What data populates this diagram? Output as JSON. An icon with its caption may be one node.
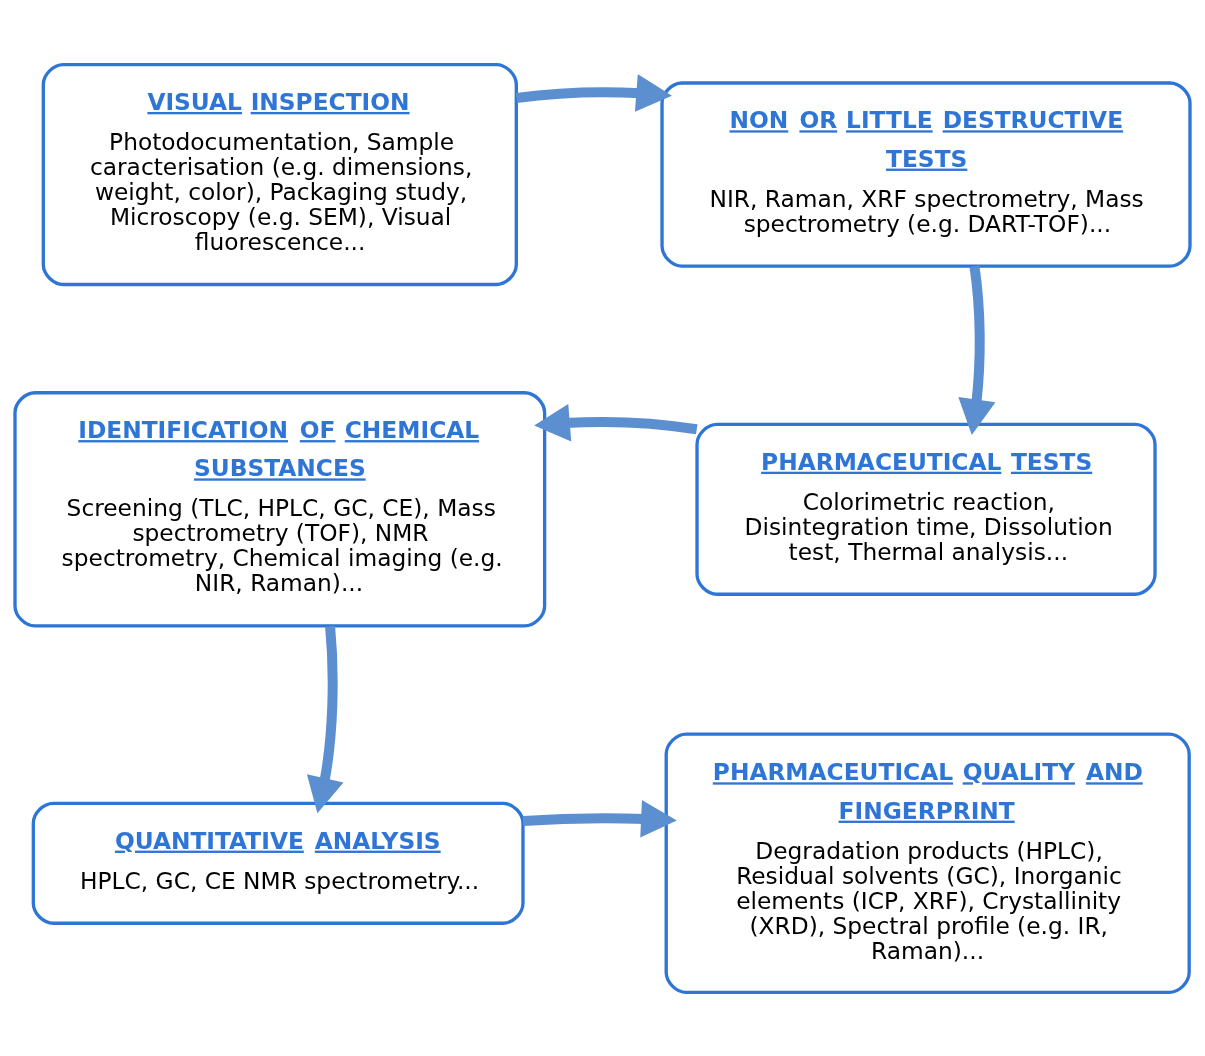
{
  "diagram": {
    "nodes": [
      {
        "text": [
          "VISUAL INSPECTION",
          "Photodocumentation, Sample caracterisation (e.g. dimensions, weight, color), Packaging study, Microscopy (e.g. SEM), Visual fluorescence..."
        ]
      },
      {
        "text": [
          "NON OR LITTLE DESTRUCTIVE TESTS",
          "NIR, Raman, XRF spectrometry, Mass spectrometry (e.g. DART-TOF)..."
        ]
      },
      {
        "text": [
          "IDENTIFICATION OF CHEMICAL SUBSTANCES",
          "Screening (TLC, HPLC, GC, CE), Mass spectrometry (TOF), NMR spectrometry, Chemical imaging (e.g. NIR, Raman)..."
        ]
      },
      {
        "text": [
          "PHARMACEUTICAL TESTS",
          "Colorimetric reaction, Disintegration time, Dissolution test, Thermal analysis..."
        ]
      },
      {
        "text": [
          "QUANTITATIVE ANALYSIS",
          "HPLC, GC, CE NMR spectrometry..."
        ]
      },
      {
        "text": [
          "PHARMACEUTICAL QUALITY AND FINGERPRINT",
          "Degradation products (HPLC), Residual solvents (GC), Inorganic elements (ICP, XRF), Crystallinity (XRD), Spectral profile (e.g. IR, Raman)..."
        ]
      }
    ],
    "edges": [
      {
        "from": 0,
        "to": 1,
        "arrow": "to"
      },
      {
        "from": 1,
        "to": 3,
        "arrow": "to"
      },
      {
        "from": 3,
        "to": 2,
        "arrow": "to"
      },
      {
        "from": 2,
        "to": 4,
        "arrow": "to"
      },
      {
        "from": 4,
        "to": 5,
        "arrow": "to"
      }
    ]
  }
}
